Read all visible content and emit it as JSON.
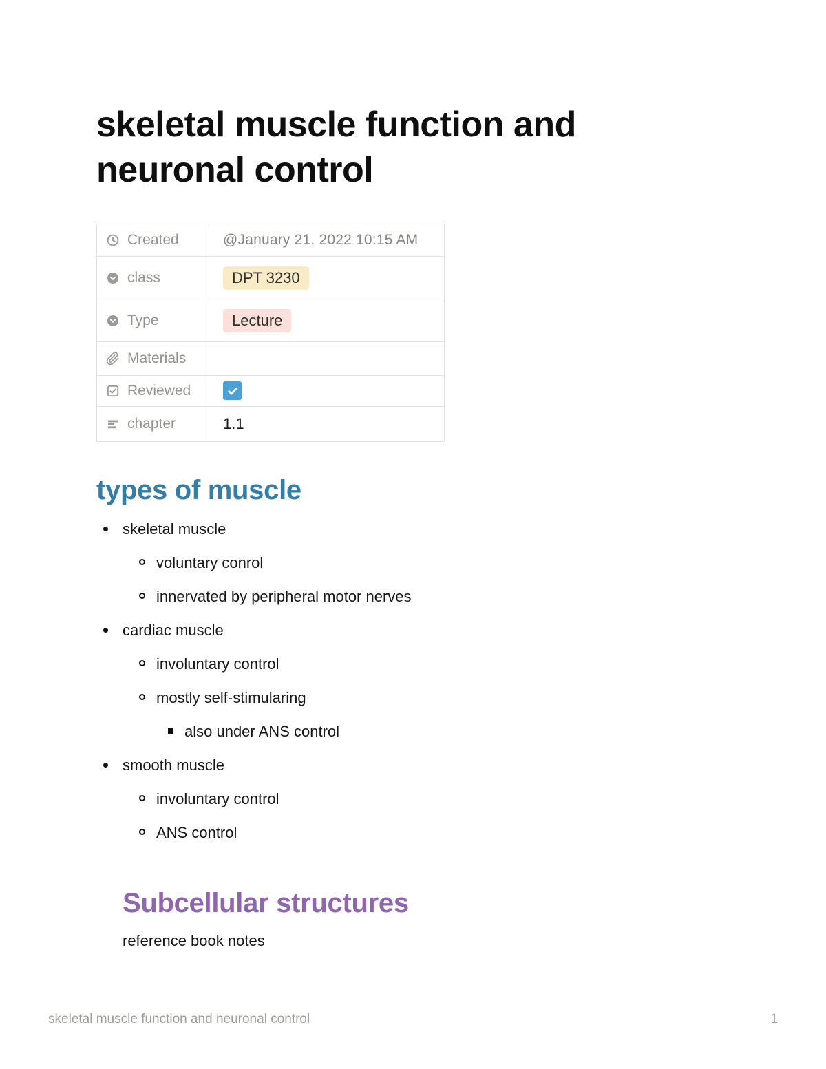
{
  "page": {
    "title": "skeletal muscle function and neuronal control"
  },
  "properties": {
    "rows": [
      {
        "icon": "clock-icon",
        "label": "Created",
        "type": "date",
        "value": "@January 21, 2022 10:15 AM"
      },
      {
        "icon": "select-chevron-icon",
        "label": "class",
        "type": "tag",
        "value": "DPT 3230",
        "tag_color": "#FAEBC7"
      },
      {
        "icon": "select-chevron-icon",
        "label": "Type",
        "type": "tag",
        "value": "Lecture",
        "tag_color": "#FBDFDA"
      },
      {
        "icon": "paperclip-icon",
        "label": "Materials",
        "type": "empty",
        "value": ""
      },
      {
        "icon": "checkbox-outline-icon",
        "label": "Reviewed",
        "type": "checkbox",
        "checked": true
      },
      {
        "icon": "text-lines-icon",
        "label": "chapter",
        "type": "text",
        "value": "1.1"
      }
    ]
  },
  "sections": {
    "types_heading": "types of muscle",
    "subcellular_heading": "Subcellular structures",
    "subcellular_note": "reference book notes"
  },
  "list": {
    "items": [
      {
        "level": 1,
        "text": "skeletal muscle"
      },
      {
        "level": 2,
        "text": "voluntary conrol"
      },
      {
        "level": 2,
        "text": "innervated by peripheral motor nerves"
      },
      {
        "level": 1,
        "text": "cardiac muscle"
      },
      {
        "level": 2,
        "text": "involuntary control"
      },
      {
        "level": 2,
        "text": "mostly self-stimularing"
      },
      {
        "level": 3,
        "text": "also under ANS control"
      },
      {
        "level": 1,
        "text": "smooth muscle"
      },
      {
        "level": 2,
        "text": "involuntary control"
      },
      {
        "level": 2,
        "text": "ANS control"
      }
    ]
  },
  "footer": {
    "left": "skeletal muscle function and neuronal control",
    "page_number": "1"
  },
  "colors": {
    "heading_blue": "#337EA9",
    "heading_purple": "#9065B0",
    "tag_yellow_bg": "#FAEBC7",
    "tag_red_bg": "#FBDFDA",
    "checkbox_blue": "#4BA0D4",
    "property_label_gray": "#93928E",
    "table_border_gray": "#E2E1DF",
    "footer_gray": "#9E9D9A"
  }
}
